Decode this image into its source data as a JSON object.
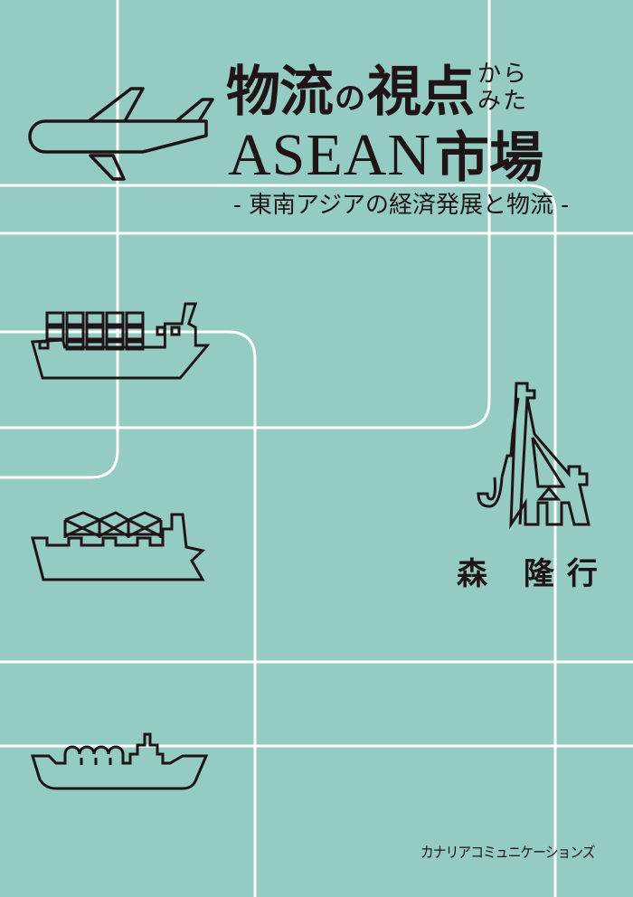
{
  "cover": {
    "background_color": "#94cbc2",
    "line_color": "#ffffff",
    "ink_color": "#1f1418",
    "title": {
      "part1": "物流",
      "particle": "の",
      "part2": "視点",
      "small_top": "から",
      "small_bottom": "みた",
      "line2_latin": "ASEAN",
      "line2_kanji": "市場"
    },
    "subtitle": "- 東南アジアの経済発展と物流 -",
    "author": "森 隆行",
    "publisher": "カナリアコミュニケーションズ",
    "icons": [
      "airplane-icon",
      "container-ship-icon",
      "bulk-carrier-icon",
      "lng-tanker-icon",
      "port-crane-icon"
    ]
  }
}
